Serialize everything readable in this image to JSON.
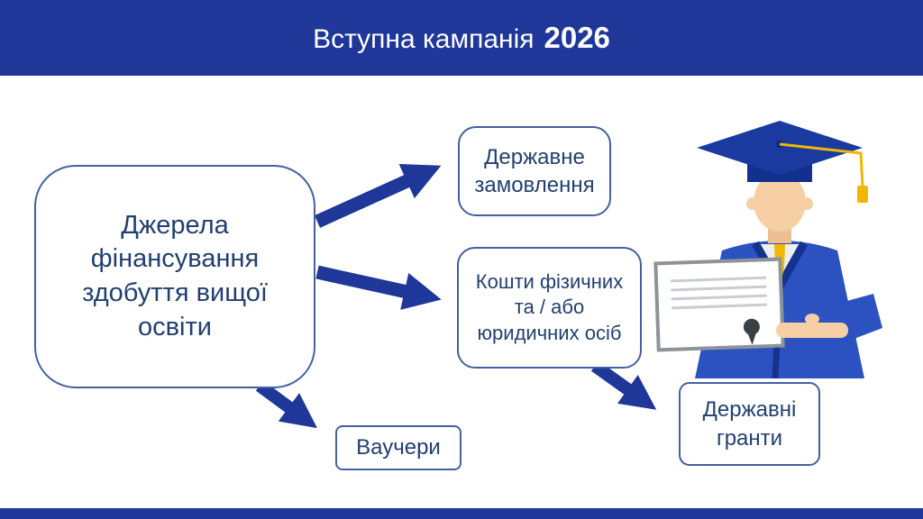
{
  "header": {
    "title": "Вступна кампанія",
    "year": "2026"
  },
  "diagram": {
    "source": {
      "label": "Джерела\nфінансування\nздобуття вищої\nосвіти"
    },
    "state_order": {
      "label": "Державне\nзамовлення"
    },
    "private_funds": {
      "label": "Кошти фізичних\nта / або\nюридичних осіб"
    },
    "vouchers": {
      "label": "Ваучери"
    },
    "state_grants": {
      "label": "Державні\nгранти"
    }
  },
  "illustration": {
    "name": "graduate-with-diploma"
  },
  "colors": {
    "header_bg": "#1e3799",
    "arrow": "#1e3799",
    "box_border": "#44609f",
    "box_text": "#22406f",
    "gown_blue": "#2b52c0",
    "cap_navy": "#1a3aa0",
    "tassel_gold": "#f2b705",
    "skin": "#f6cfa4"
  }
}
